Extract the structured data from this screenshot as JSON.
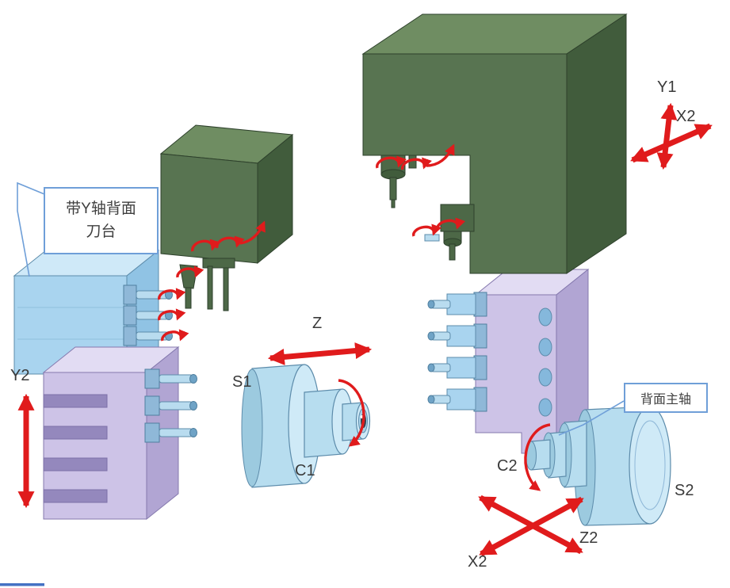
{
  "diagram": {
    "callouts": {
      "rear_turret_line1": "带Y轴背面",
      "rear_turret_line2": "刀台",
      "rear_spindle": "背面主轴"
    },
    "axis_labels": {
      "y1": "Y1",
      "x2_top": "X2",
      "z": "Z",
      "y2": "Y2",
      "s1": "S1",
      "c1": "C1",
      "c2": "C2",
      "s2": "S2",
      "z2": "Z2",
      "x2_bottom": "X2"
    },
    "colors": {
      "arrow_red": "#e01b1c",
      "callout_border": "#6f9fd8",
      "green_front": "#587451",
      "green_top": "#6f8d62",
      "green_side": "#415c3c",
      "blue_front": "#a9d4ef",
      "blue_top": "#cfe9f8",
      "blue_side": "#90c3e4",
      "purple_front": "#cdc3e7",
      "purple_top": "#e2dcf3",
      "purple_side": "#b1a5d3",
      "spindle_body": "#b7ddef",
      "spindle_face": "#cfeaf7"
    }
  }
}
